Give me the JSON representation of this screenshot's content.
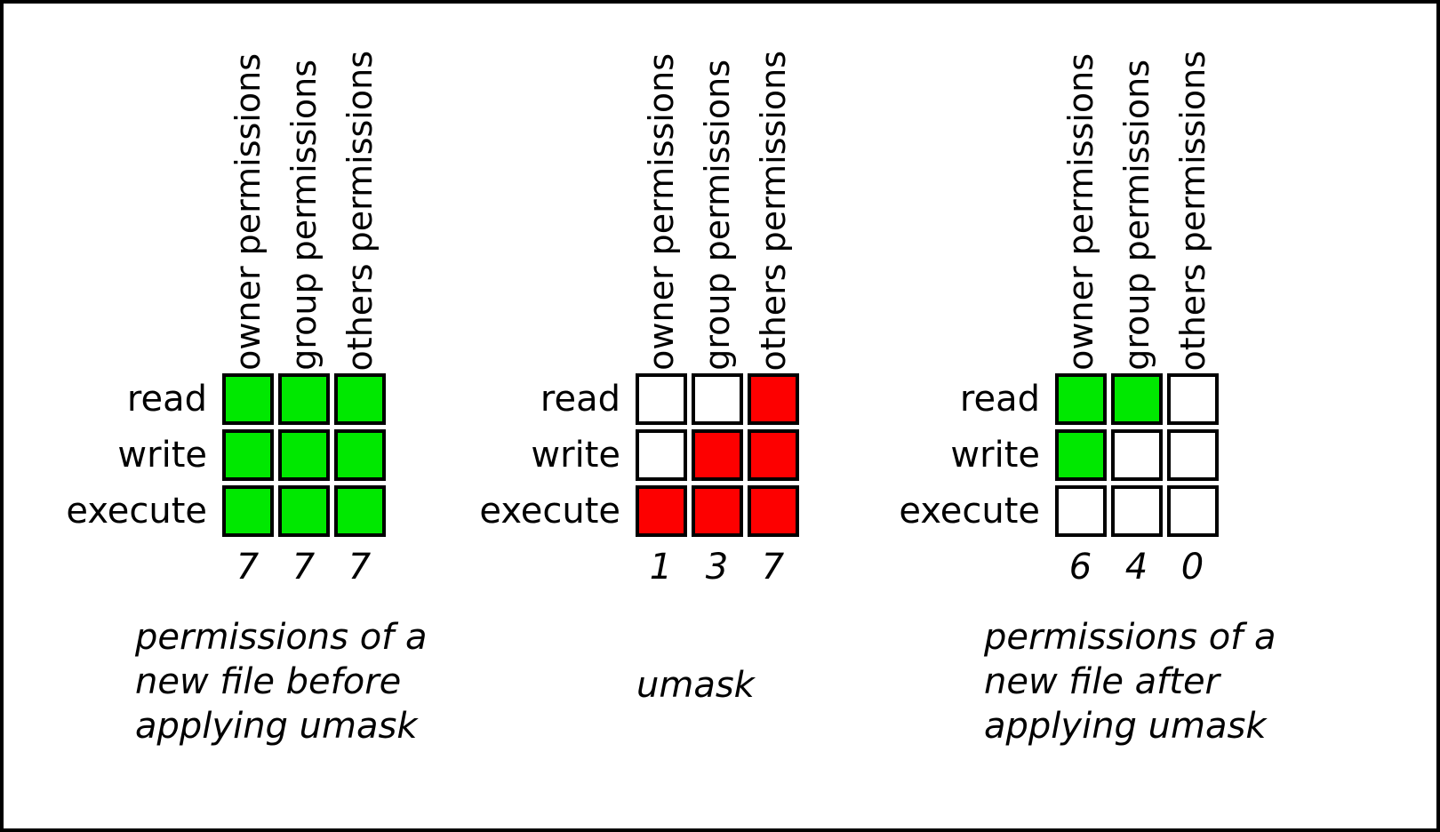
{
  "colors": {
    "permission_granted": "#00e800",
    "permission_masked": "#fd0000",
    "permission_absent": "#ffffff",
    "square_border": "#000000",
    "text": "#000000",
    "background": "#ffffff"
  },
  "column_headers": [
    "owner permissions",
    "group permissions",
    "others permissions"
  ],
  "row_labels": [
    "read",
    "write",
    "execute"
  ],
  "grids": [
    {
      "id": "before-umask",
      "cells": [
        [
          "green",
          "green",
          "green"
        ],
        [
          "green",
          "green",
          "green"
        ],
        [
          "green",
          "green",
          "green"
        ]
      ],
      "digits": [
        "7",
        "7",
        "7"
      ],
      "caption_lines": [
        "permissions of a",
        "new file before",
        "applying umask"
      ]
    },
    {
      "id": "umask",
      "cells": [
        [
          "white",
          "white",
          "red"
        ],
        [
          "white",
          "red",
          "red"
        ],
        [
          "red",
          "red",
          "red"
        ]
      ],
      "digits": [
        "1",
        "3",
        "7"
      ],
      "caption_lines": [
        "umask"
      ]
    },
    {
      "id": "after-umask",
      "cells": [
        [
          "green",
          "green",
          "white"
        ],
        [
          "green",
          "white",
          "white"
        ],
        [
          "white",
          "white",
          "white"
        ]
      ],
      "digits": [
        "6",
        "4",
        "0"
      ],
      "caption_lines": [
        "permissions of a",
        "new file after",
        "applying umask"
      ]
    }
  ]
}
